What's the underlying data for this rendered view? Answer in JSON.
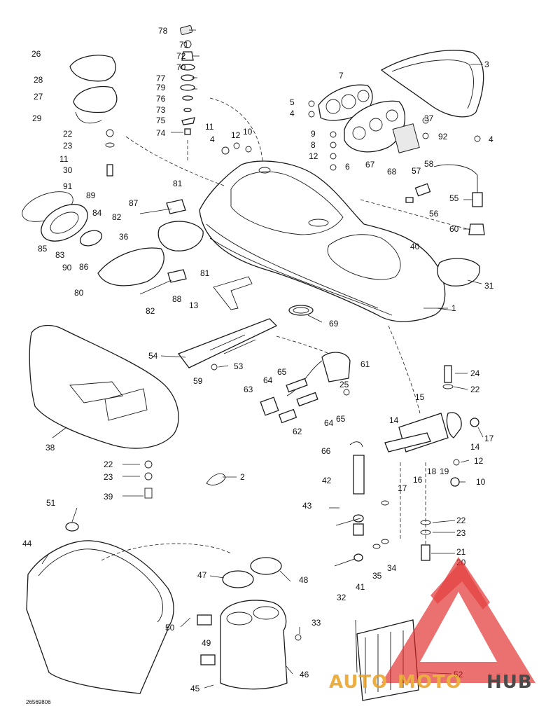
{
  "figure_code": "26569806",
  "watermark": {
    "part1": "AUTO",
    "part2": "MOTO",
    "part3": "HUB",
    "accent_color": "#e02020",
    "dark_color": "#2b2b2b"
  },
  "callouts": [
    "1",
    "2",
    "3",
    "4",
    "4",
    "4",
    "5",
    "6",
    "7",
    "8",
    "9",
    "10",
    "10",
    "11",
    "11",
    "12",
    "12",
    "12",
    "13",
    "14",
    "14",
    "15",
    "16",
    "17",
    "17",
    "18",
    "19",
    "20",
    "21",
    "22",
    "22",
    "22",
    "22",
    "23",
    "23",
    "23",
    "24",
    "25",
    "26",
    "27",
    "28",
    "29",
    "30",
    "31",
    "32",
    "33",
    "34",
    "35",
    "36",
    "37",
    "38",
    "39",
    "40",
    "41",
    "42",
    "43",
    "44",
    "45",
    "46",
    "47",
    "48",
    "49",
    "50",
    "51",
    "52",
    "53",
    "54",
    "55",
    "56",
    "57",
    "58",
    "59",
    "60",
    "61",
    "62",
    "63",
    "64",
    "64",
    "65",
    "65",
    "66",
    "67",
    "68",
    "69",
    "70",
    "71",
    "72",
    "73",
    "74",
    "75",
    "76",
    "77",
    "78",
    "79",
    "80",
    "81",
    "81",
    "82",
    "82",
    "83",
    "84",
    "85",
    "86",
    "87",
    "88",
    "89",
    "90",
    "91",
    "92"
  ]
}
